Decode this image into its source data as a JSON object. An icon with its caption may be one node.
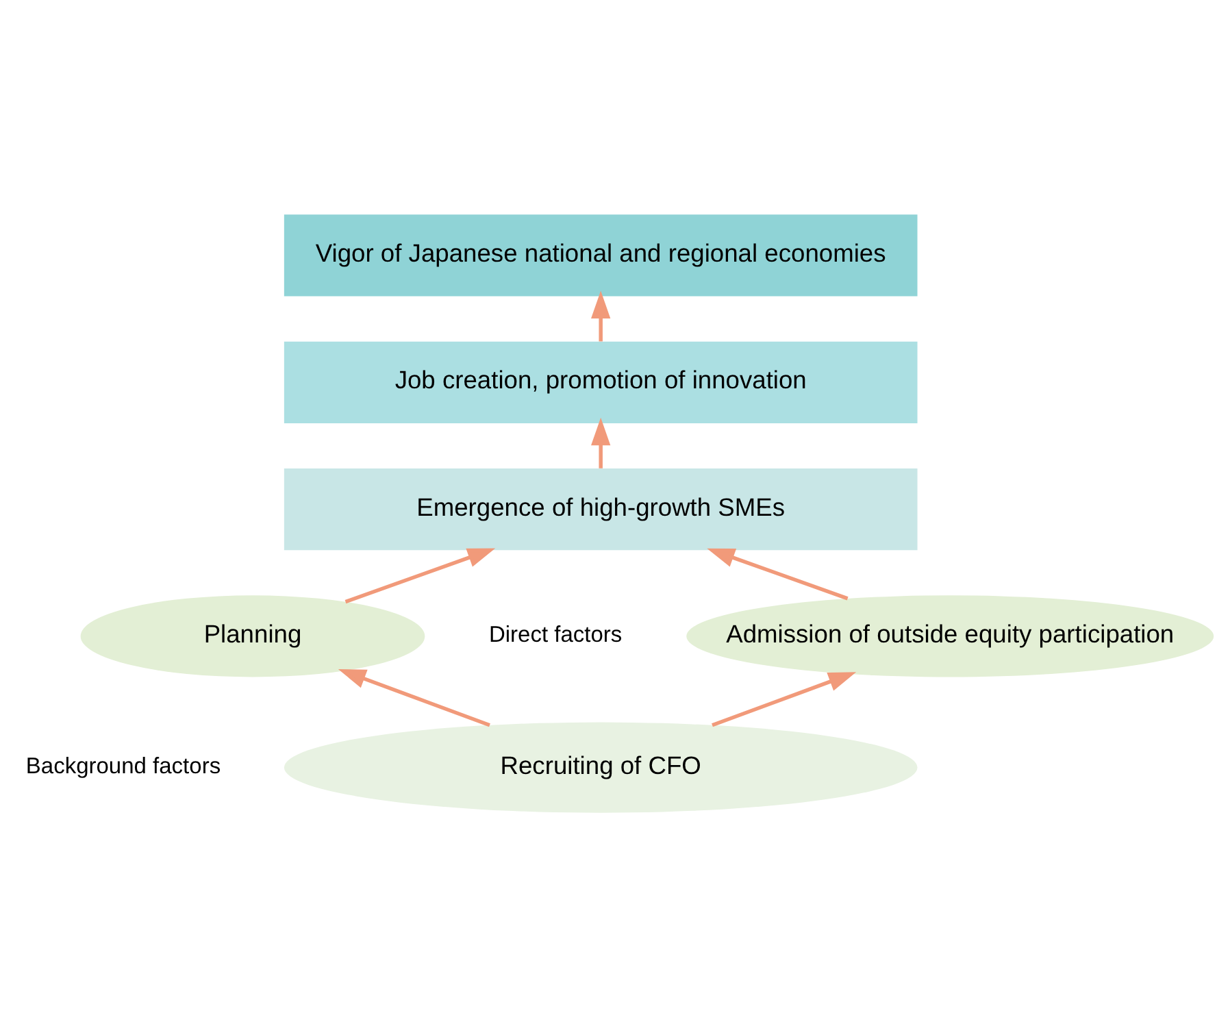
{
  "diagram": {
    "nodes": [
      {
        "text": [
          "Vigor of Japanese national and regional economies"
        ]
      },
      {
        "text": [
          "Job creation, promotion of innovation"
        ]
      },
      {
        "text": [
          "Emergence of high-growth SMEs"
        ]
      },
      {
        "text": [
          "Admission of outside equity participation"
        ]
      },
      {
        "text": [
          "Planning"
        ]
      },
      {
        "text": [
          "Recruiting of CFO"
        ]
      }
    ],
    "edges": [
      {
        "from": 1,
        "to": 0,
        "arrow": "to"
      },
      {
        "from": 2,
        "to": 1,
        "arrow": "to"
      },
      {
        "from": 3,
        "to": 2,
        "arrow": "to"
      },
      {
        "from": 4,
        "to": 2,
        "arrow": "to"
      },
      {
        "from": 5,
        "to": 3,
        "arrow": "to"
      },
      {
        "from": 5,
        "to": 4,
        "arrow": "to"
      }
    ],
    "labels": [
      "Direct factors",
      "Background factors"
    ]
  }
}
